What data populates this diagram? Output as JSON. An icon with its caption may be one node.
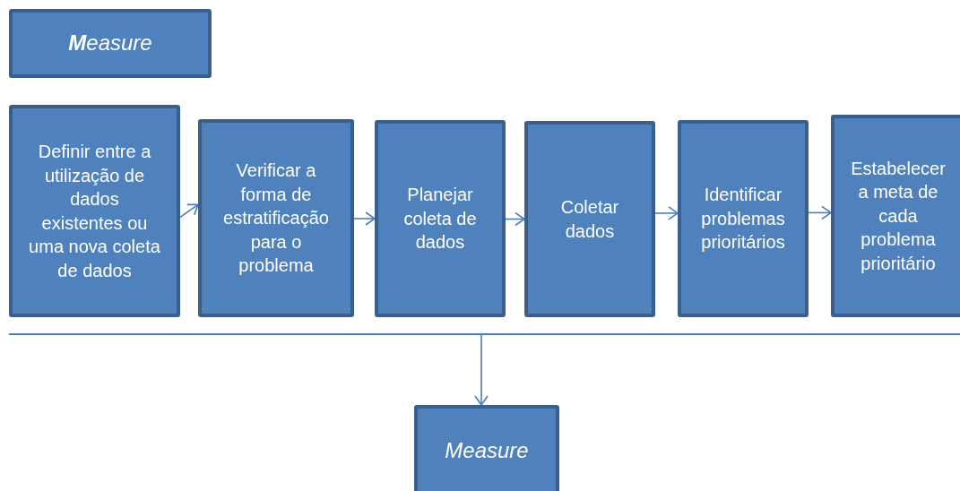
{
  "diagram": {
    "nodes": [
      {
        "text": [
          "**M**easure"
        ]
      },
      {
        "text": [
          "Definir entre a utilização de dados existentes ou uma nova coleta de dados"
        ]
      },
      {
        "text": [
          "Verificar a forma de estratificação para o problema"
        ]
      },
      {
        "text": [
          "Planejar coleta de dados"
        ]
      },
      {
        "text": [
          "Coletar dados"
        ]
      },
      {
        "text": [
          "Identificar problemas prioritários"
        ]
      },
      {
        "text": [
          "Estabelecer a meta de cada problema prioritário"
        ]
      },
      {
        "text": [
          "Measure"
        ]
      }
    ],
    "edges": [
      {
        "from": 1,
        "to": 2,
        "arrow": "to"
      },
      {
        "from": 2,
        "to": 3,
        "arrow": "to"
      },
      {
        "from": 3,
        "to": 4,
        "arrow": "to"
      },
      {
        "from": 4,
        "to": 5,
        "arrow": "to"
      },
      {
        "from": 5,
        "to": 6,
        "arrow": "to"
      },
      {
        "from": null,
        "to": 7,
        "arrow": "to"
      }
    ]
  }
}
